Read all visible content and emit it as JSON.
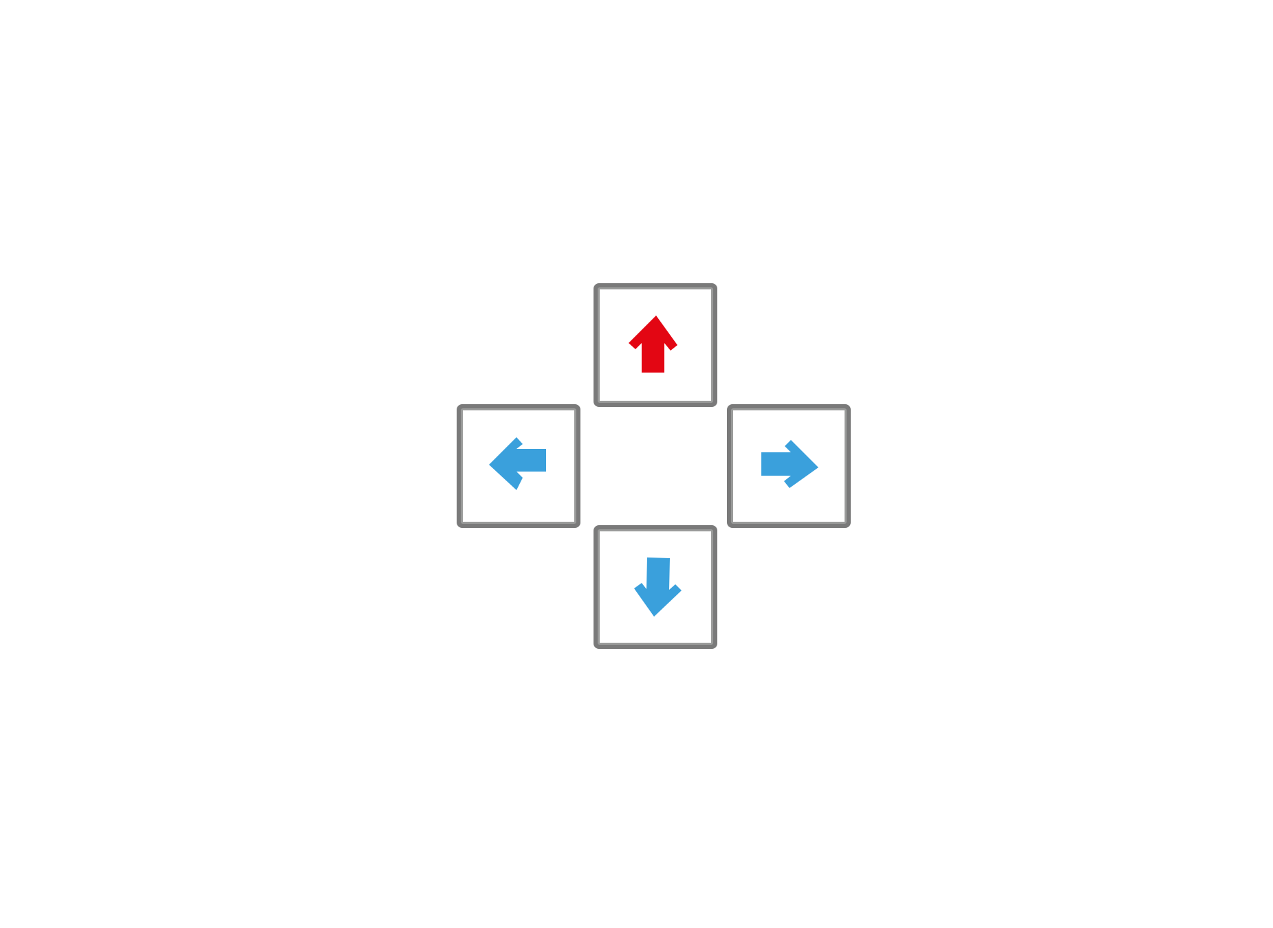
{
  "diagram": {
    "keys": [
      {
        "id": "up",
        "direction": "up",
        "icon": "arrow-up-icon",
        "color": "#e30613",
        "highlighted": true
      },
      {
        "id": "left",
        "direction": "left",
        "icon": "arrow-left-icon",
        "color": "#3aa0dc",
        "highlighted": false
      },
      {
        "id": "right",
        "direction": "right",
        "icon": "arrow-right-icon",
        "color": "#3aa0dc",
        "highlighted": false
      },
      {
        "id": "down",
        "direction": "down",
        "icon": "arrow-down-icon",
        "color": "#3aa0dc",
        "highlighted": false
      }
    ],
    "key_frame_color": "#7a7a7a",
    "key_bezel_color": "#9a9b9a",
    "background": "#ffffff"
  }
}
